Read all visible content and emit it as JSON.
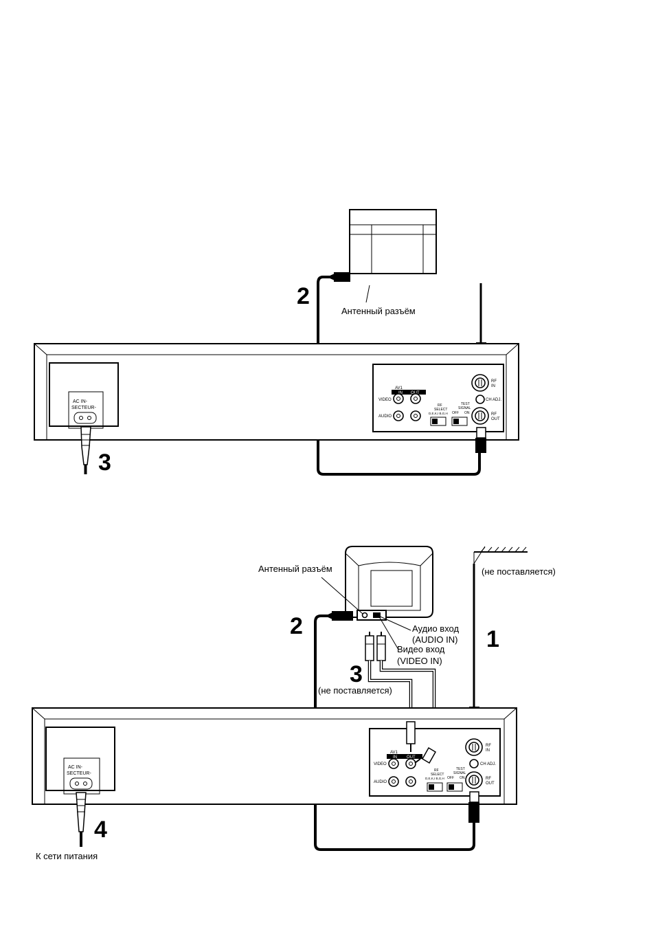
{
  "diagram_top": {
    "steps": [
      "2",
      "3"
    ],
    "labels": {
      "antenna_socket": "Антенный разъём",
      "ac_in": [
        "AC IN-",
        "SECTEUR-"
      ]
    },
    "panel": {
      "av1": "AV1",
      "in": "IN",
      "out": "OUT",
      "video": "VIDEO",
      "audio": "AUDIO",
      "rf_select": [
        "RF",
        "SELECT"
      ],
      "rf_select_opts": "D,E,K,I B,G,H",
      "test_signal": [
        "TEST",
        "SIGNAL"
      ],
      "off": "OFF",
      "on": "ON",
      "rf_in": [
        "RF",
        "IN"
      ],
      "ch_adj": "CH ADJ.",
      "rf_out": [
        "RF",
        "OUT"
      ]
    }
  },
  "diagram_bottom": {
    "steps": [
      "2",
      "1",
      "3",
      "4"
    ],
    "labels": {
      "antenna_socket": "Антенный разъём",
      "not_supplied_1": "(не поставляется)",
      "audio_in": "Аудио вход",
      "audio_in_en": "(AUDIO IN)",
      "video_in": "Видео вход",
      "video_in_en": "(VIDEO IN)",
      "not_supplied_2": "(не поставляется)",
      "mains": "К сети питания",
      "ac_in": [
        "AC IN-",
        "SECTEUR-"
      ]
    },
    "panel": {
      "av1": "AV1",
      "in": "IN",
      "out": "OUT",
      "video": "VIDEO",
      "audio": "AUDIO",
      "rf_select": [
        "RF",
        "SELECT"
      ],
      "rf_select_opts": "D,E,K,I B,G,H",
      "test_signal": [
        "TEST",
        "SIGNAL"
      ],
      "off": "OFF",
      "on": "ON",
      "rf_in": [
        "RF",
        "IN"
      ],
      "ch_adj": "CH ADJ.",
      "rf_out": [
        "RF",
        "OUT"
      ]
    }
  }
}
